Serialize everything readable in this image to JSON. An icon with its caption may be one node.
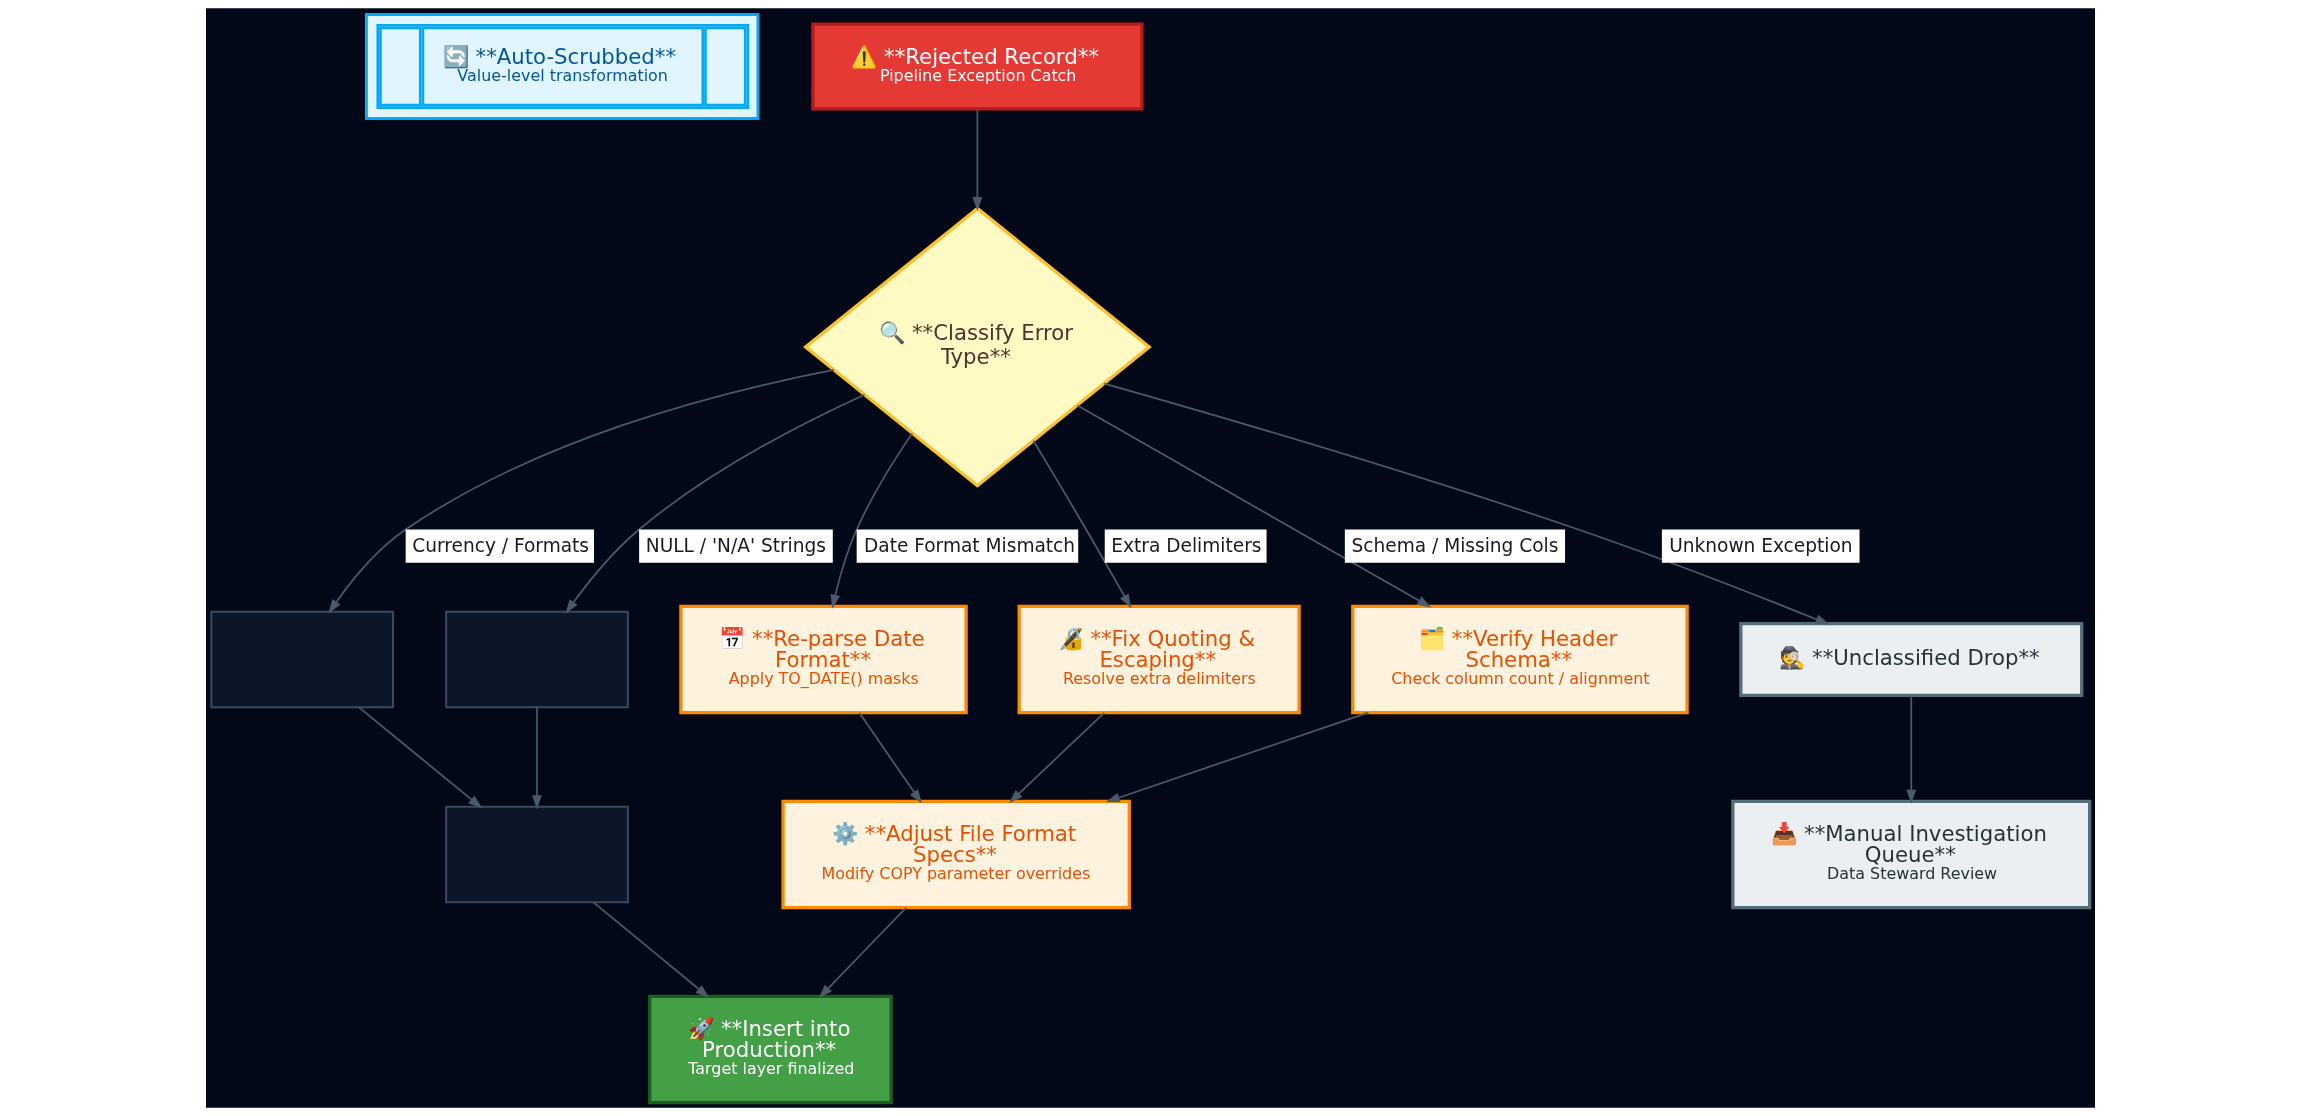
{
  "diagram": {
    "nodes": [
      {
        "text": [
          "🔄 **Auto-Scrubbed**",
          "Value-level transformation"
        ]
      },
      {
        "text": [
          "⚠️ **Rejected Record**",
          "Pipeline Exception Catch"
        ]
      },
      {
        "text": [
          "🔍 **Classify Error Type**"
        ]
      },
      {
        "text": [],
        "shape": "box"
      },
      {
        "text": [],
        "shape": "box"
      },
      {
        "text": [
          "📅 **Re-parse Date Format**",
          "Apply TO_DATE() masks"
        ]
      },
      {
        "text": [
          "🔏 **Fix Quoting & Escaping**",
          "Resolve extra delimiters"
        ]
      },
      {
        "text": [
          "🗂️ **Verify Header Schema**",
          "Check column count / alignment"
        ]
      },
      {
        "text": [
          "🕵️ **Unclassified Drop**"
        ]
      },
      {
        "text": [],
        "shape": "box"
      },
      {
        "text": [
          "⚙️ **Adjust File Format Specs**",
          "Modify COPY parameter overrides"
        ]
      },
      {
        "text": [
          "📥 **Manual Investigation Queue**",
          "Data Steward Review"
        ]
      },
      {
        "text": [
          "🚀 **Insert into Production**",
          "Target layer finalized"
        ]
      }
    ],
    "edges": [
      {
        "from": 1,
        "to": 2,
        "arrow": "to"
      },
      {
        "from": 2,
        "to": 3,
        "arrow": "to",
        "label": "Currency / Formats"
      },
      {
        "from": 2,
        "to": 4,
        "arrow": "to",
        "label": "NULL / 'N/A' Strings"
      },
      {
        "from": 2,
        "to": 5,
        "arrow": "to",
        "label": "Date Format Mismatch"
      },
      {
        "from": 2,
        "to": 6,
        "arrow": "to",
        "label": "Extra Delimiters"
      },
      {
        "from": 2,
        "to": 7,
        "arrow": "to",
        "label": "Schema / Missing Cols"
      },
      {
        "from": 2,
        "to": 8,
        "arrow": "to",
        "label": "Unknown Exception"
      },
      {
        "from": 3,
        "to": 9,
        "arrow": "to"
      },
      {
        "from": 4,
        "to": 9,
        "arrow": "to"
      },
      {
        "from": 5,
        "to": 10,
        "arrow": "to"
      },
      {
        "from": 6,
        "to": 10,
        "arrow": "to"
      },
      {
        "from": 7,
        "to": 10,
        "arrow": "to"
      },
      {
        "from": 8,
        "to": 11,
        "arrow": "to"
      },
      {
        "from": 9,
        "to": 12,
        "arrow": "to"
      },
      {
        "from": 10,
        "to": 12,
        "arrow": "to"
      }
    ]
  }
}
